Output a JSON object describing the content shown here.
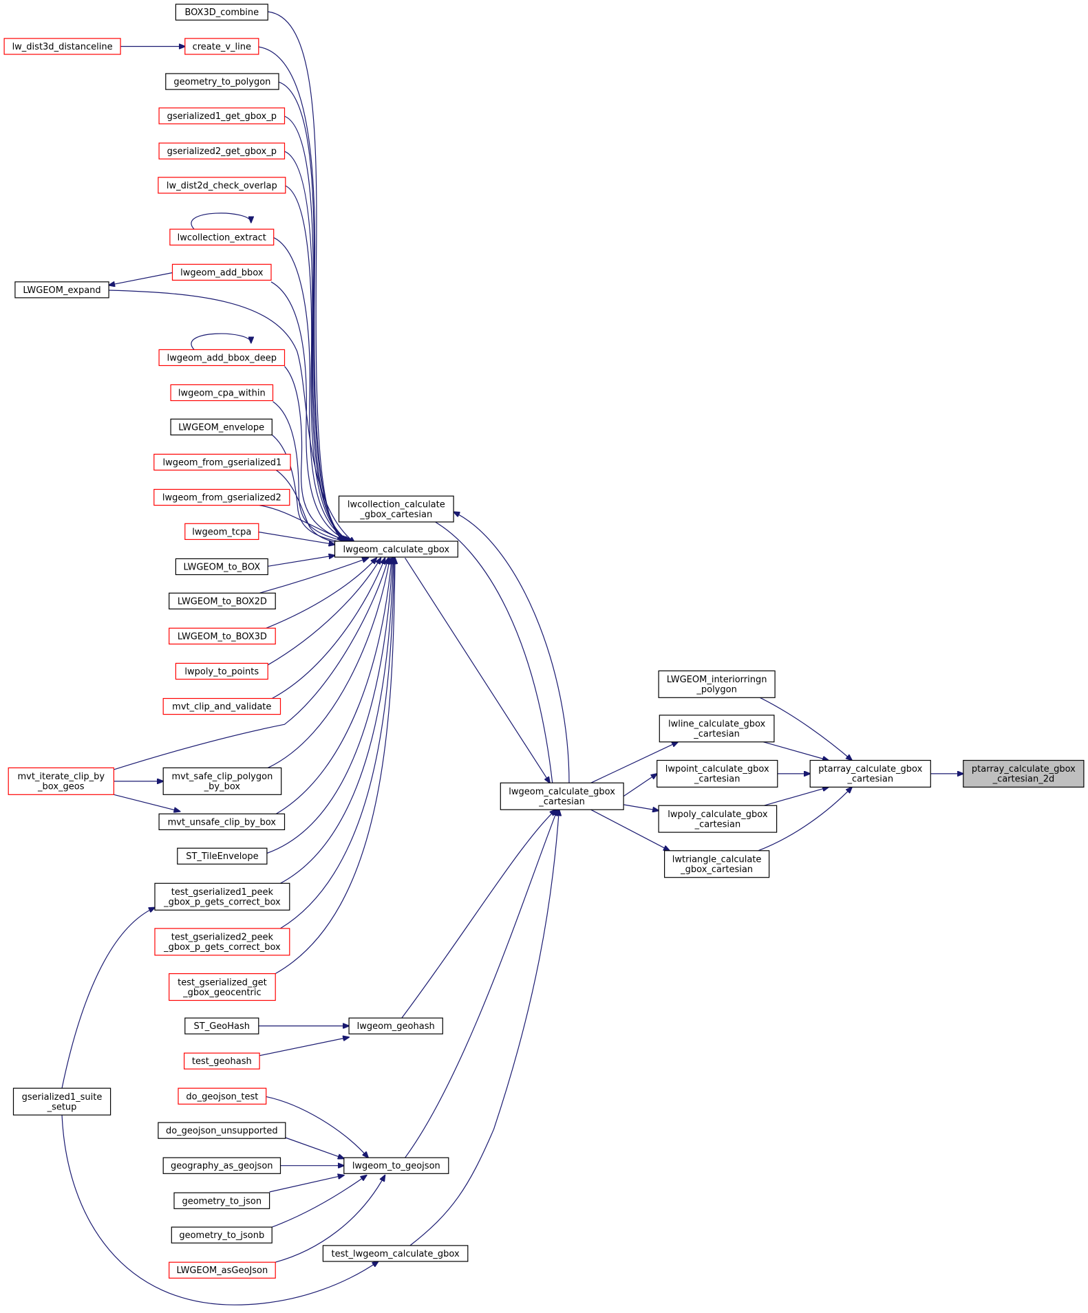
{
  "colors": {
    "edge": "#191970",
    "border_default": "#000000",
    "border_truncated": "#ff0000",
    "focus_fill": "#bfbfbf"
  },
  "nodes": [
    {
      "id": "BOX3D_combine",
      "lines": [
        "BOX3D_combine"
      ],
      "style": "black"
    },
    {
      "id": "lw_dist3d_distanceline",
      "lines": [
        "lw_dist3d_distanceline"
      ],
      "style": "red"
    },
    {
      "id": "create_v_line",
      "lines": [
        "create_v_line"
      ],
      "style": "red"
    },
    {
      "id": "geometry_to_polygon",
      "lines": [
        "geometry_to_polygon"
      ],
      "style": "black"
    },
    {
      "id": "gserialized1_get_gbox_p",
      "lines": [
        "gserialized1_get_gbox_p"
      ],
      "style": "red"
    },
    {
      "id": "gserialized2_get_gbox_p",
      "lines": [
        "gserialized2_get_gbox_p"
      ],
      "style": "red"
    },
    {
      "id": "lw_dist2d_check_overlap",
      "lines": [
        "lw_dist2d_check_overlap"
      ],
      "style": "red"
    },
    {
      "id": "lwcollection_extract",
      "lines": [
        "lwcollection_extract"
      ],
      "style": "red"
    },
    {
      "id": "lwgeom_add_bbox",
      "lines": [
        "lwgeom_add_bbox"
      ],
      "style": "red"
    },
    {
      "id": "LWGEOM_expand",
      "lines": [
        "LWGEOM_expand"
      ],
      "style": "black"
    },
    {
      "id": "lwgeom_add_bbox_deep",
      "lines": [
        "lwgeom_add_bbox_deep"
      ],
      "style": "red"
    },
    {
      "id": "lwgeom_cpa_within",
      "lines": [
        "lwgeom_cpa_within"
      ],
      "style": "red"
    },
    {
      "id": "LWGEOM_envelope",
      "lines": [
        "LWGEOM_envelope"
      ],
      "style": "black"
    },
    {
      "id": "lwgeom_from_gserialized1",
      "lines": [
        "lwgeom_from_gserialized1"
      ],
      "style": "red"
    },
    {
      "id": "lwgeom_from_gserialized2",
      "lines": [
        "lwgeom_from_gserialized2"
      ],
      "style": "red"
    },
    {
      "id": "lwcollection_calculate_gbox_cartesian",
      "lines": [
        "lwcollection_calculate",
        "_gbox_cartesian"
      ],
      "style": "black"
    },
    {
      "id": "lwgeom_tcpa",
      "lines": [
        "lwgeom_tcpa"
      ],
      "style": "red"
    },
    {
      "id": "lwgeom_calculate_gbox",
      "lines": [
        "lwgeom_calculate_gbox"
      ],
      "style": "black"
    },
    {
      "id": "LWGEOM_to_BOX",
      "lines": [
        "LWGEOM_to_BOX"
      ],
      "style": "black"
    },
    {
      "id": "LWGEOM_to_BOX2D",
      "lines": [
        "LWGEOM_to_BOX2D"
      ],
      "style": "black"
    },
    {
      "id": "LWGEOM_to_BOX3D",
      "lines": [
        "LWGEOM_to_BOX3D"
      ],
      "style": "red"
    },
    {
      "id": "lwpoly_to_points",
      "lines": [
        "lwpoly_to_points"
      ],
      "style": "red"
    },
    {
      "id": "LWGEOM_interiorringn_polygon",
      "lines": [
        "LWGEOM_interiorringn",
        "_polygon"
      ],
      "style": "black"
    },
    {
      "id": "mvt_clip_and_validate",
      "lines": [
        "mvt_clip_and_validate"
      ],
      "style": "red"
    },
    {
      "id": "lwline_calculate_gbox_cartesian",
      "lines": [
        "lwline_calculate_gbox",
        "_cartesian"
      ],
      "style": "black"
    },
    {
      "id": "lwpoint_calculate_gbox_cartesian",
      "lines": [
        "lwpoint_calculate_gbox",
        "_cartesian"
      ],
      "style": "black"
    },
    {
      "id": "ptarray_calculate_gbox_cartesian",
      "lines": [
        "ptarray_calculate_gbox",
        "_cartesian"
      ],
      "style": "black"
    },
    {
      "id": "ptarray_calculate_gbox_cartesian_2d",
      "lines": [
        "ptarray_calculate_gbox",
        "_cartesian_2d"
      ],
      "style": "gray"
    },
    {
      "id": "mvt_iterate_clip_by_box_geos",
      "lines": [
        "mvt_iterate_clip_by",
        "_box_geos"
      ],
      "style": "red"
    },
    {
      "id": "mvt_safe_clip_polygon_by_box",
      "lines": [
        "mvt_safe_clip_polygon",
        "_by_box"
      ],
      "style": "black"
    },
    {
      "id": "lwgeom_calculate_gbox_cartesian",
      "lines": [
        "lwgeom_calculate_gbox",
        "_cartesian"
      ],
      "style": "black"
    },
    {
      "id": "lwpoly_calculate_gbox_cartesian",
      "lines": [
        "lwpoly_calculate_gbox",
        "_cartesian"
      ],
      "style": "black"
    },
    {
      "id": "mvt_unsafe_clip_by_box",
      "lines": [
        "mvt_unsafe_clip_by_box"
      ],
      "style": "black"
    },
    {
      "id": "ST_TileEnvelope",
      "lines": [
        "ST_TileEnvelope"
      ],
      "style": "black"
    },
    {
      "id": "lwtriangle_calculate_gbox_cartesian",
      "lines": [
        "lwtriangle_calculate",
        "_gbox_cartesian"
      ],
      "style": "black"
    },
    {
      "id": "test_gserialized1_peek_gbox_p_gets_correct_box",
      "lines": [
        "test_gserialized1_peek",
        "_gbox_p_gets_correct_box"
      ],
      "style": "black"
    },
    {
      "id": "test_gserialized2_peek_gbox_p_gets_correct_box",
      "lines": [
        "test_gserialized2_peek",
        "_gbox_p_gets_correct_box"
      ],
      "style": "red"
    },
    {
      "id": "test_gserialized_get_gbox_geocentric",
      "lines": [
        "test_gserialized_get",
        "_gbox_geocentric"
      ],
      "style": "red"
    },
    {
      "id": "ST_GeoHash",
      "lines": [
        "ST_GeoHash"
      ],
      "style": "black"
    },
    {
      "id": "lwgeom_geohash",
      "lines": [
        "lwgeom_geohash"
      ],
      "style": "black"
    },
    {
      "id": "test_geohash",
      "lines": [
        "test_geohash"
      ],
      "style": "red"
    },
    {
      "id": "gserialized1_suite_setup",
      "lines": [
        "gserialized1_suite",
        "_setup"
      ],
      "style": "black"
    },
    {
      "id": "do_geojson_test",
      "lines": [
        "do_geojson_test"
      ],
      "style": "red"
    },
    {
      "id": "do_geojson_unsupported",
      "lines": [
        "do_geojson_unsupported"
      ],
      "style": "black"
    },
    {
      "id": "geography_as_geojson",
      "lines": [
        "geography_as_geojson"
      ],
      "style": "black"
    },
    {
      "id": "lwgeom_to_geojson",
      "lines": [
        "lwgeom_to_geojson"
      ],
      "style": "black"
    },
    {
      "id": "geometry_to_json",
      "lines": [
        "geometry_to_json"
      ],
      "style": "black"
    },
    {
      "id": "geometry_to_jsonb",
      "lines": [
        "geometry_to_jsonb"
      ],
      "style": "black"
    },
    {
      "id": "test_lwgeom_calculate_gbox",
      "lines": [
        "test_lwgeom_calculate_gbox"
      ],
      "style": "black"
    },
    {
      "id": "LWGEOM_asGeoJson",
      "lines": [
        "LWGEOM_asGeoJson"
      ],
      "style": "red"
    }
  ]
}
